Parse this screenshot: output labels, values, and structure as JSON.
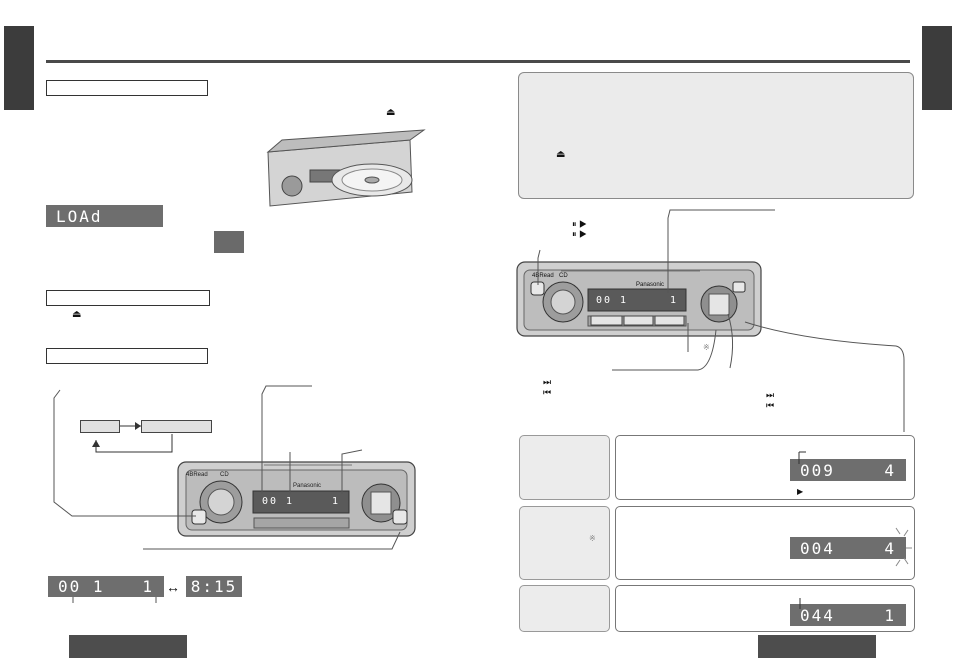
{
  "display": {
    "load_text": "LOAd",
    "left_track": "00 1",
    "left_disc": "1",
    "clock": "8:15",
    "head_track": "00 1",
    "head_disc": "1",
    "right_head_track": "00 1",
    "right_head_disc": "1",
    "mode1_track": "009",
    "mode1_num": "4",
    "mode2_track": "004",
    "mode2_num": "4",
    "mode3_track": "044",
    "mode3_num": "1"
  },
  "brand": {
    "name": "Panasonic",
    "model": "4BRead",
    "badge": "CD"
  },
  "symbols": {
    "eject": "⏏",
    "play_pause": "⏸ ▶",
    "next": "⏭",
    "prev": "⏮",
    "play": "▶",
    "asterisk": "※",
    "swap": "↔"
  },
  "colors": {
    "tab": "#3c3c3c",
    "lcd": "#6e6e6e",
    "panel": "#ebebeb"
  }
}
